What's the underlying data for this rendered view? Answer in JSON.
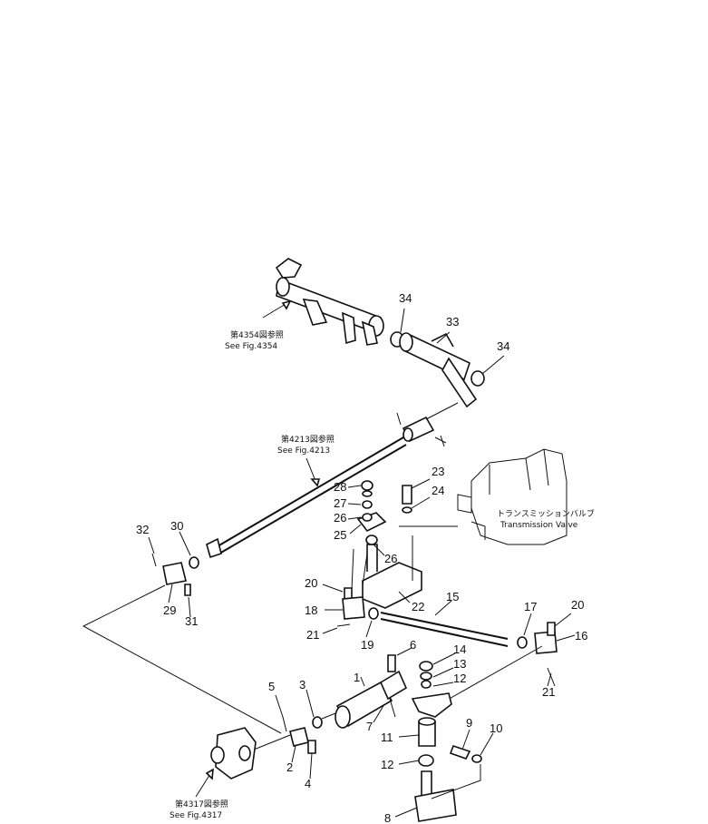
{
  "references": [
    {
      "jp": "第4354図参照",
      "en": "See Fig.4354"
    },
    {
      "jp": "第4213図参照",
      "en": "See Fig.4213"
    },
    {
      "jp": "第4317図参照",
      "en": "See Fig.4317"
    }
  ],
  "transmission_label": {
    "jp": "トランスミッションバルブ",
    "en": "Transmission Valve"
  },
  "part_numbers": [
    "34",
    "33",
    "34",
    "23",
    "28",
    "24",
    "27",
    "26",
    "25",
    "26",
    "20",
    "22",
    "15",
    "18",
    "19",
    "21",
    "17",
    "20",
    "16",
    "21",
    "32",
    "30",
    "29",
    "31",
    "6",
    "14",
    "13",
    "1",
    "12",
    "3",
    "5",
    "7",
    "11",
    "9",
    "10",
    "2",
    "4",
    "12",
    "8"
  ]
}
